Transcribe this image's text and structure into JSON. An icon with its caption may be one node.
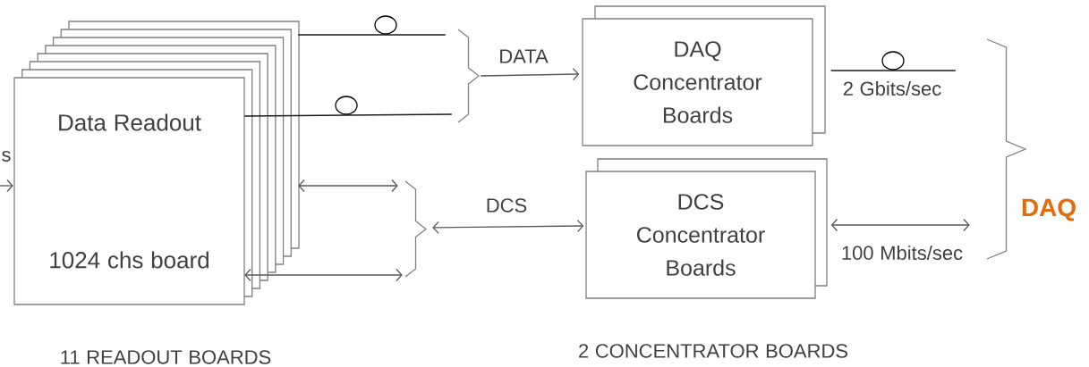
{
  "diagram": {
    "nodes": [
      {
        "text": [
          "Data Readout",
          "1024 chs board"
        ],
        "beside": [
          "11 READOUT BOARDS"
        ]
      },
      {
        "text": [],
        "shape": "brace"
      },
      {
        "text": [],
        "shape": "brace"
      },
      {
        "text": [
          "DAQ Concentrator Boards"
        ]
      },
      {
        "text": [
          "DCS Concentrator Boards"
        ]
      },
      {
        "text": [],
        "shape": "brace"
      }
    ],
    "edges": [
      {
        "from": 0,
        "to": 1,
        "arrow": "none",
        "color": "#1a1a1a"
      },
      {
        "from": 0,
        "to": 1,
        "arrow": "none",
        "color": "#1a1a1a"
      },
      {
        "from": 1,
        "to": 3,
        "arrow": "to",
        "label": "DATA"
      },
      {
        "from": 0,
        "to": 2,
        "arrow": "both"
      },
      {
        "from": 0,
        "to": 2,
        "arrow": "both"
      },
      {
        "from": 2,
        "to": 4,
        "arrow": "both",
        "label": "DCS"
      },
      {
        "from": 3,
        "to": 5,
        "arrow": "none",
        "label": "2 Gbits/sec",
        "color": "#1a1a1a"
      },
      {
        "from": 4,
        "to": 5,
        "arrow": "both",
        "label": "100 Mbits/sec"
      },
      {
        "from": null,
        "to": 0,
        "arrow": "to"
      }
    ],
    "labels": [
      "s",
      "DAQ",
      "2 CONCENTRATOR BOARDS"
    ]
  }
}
